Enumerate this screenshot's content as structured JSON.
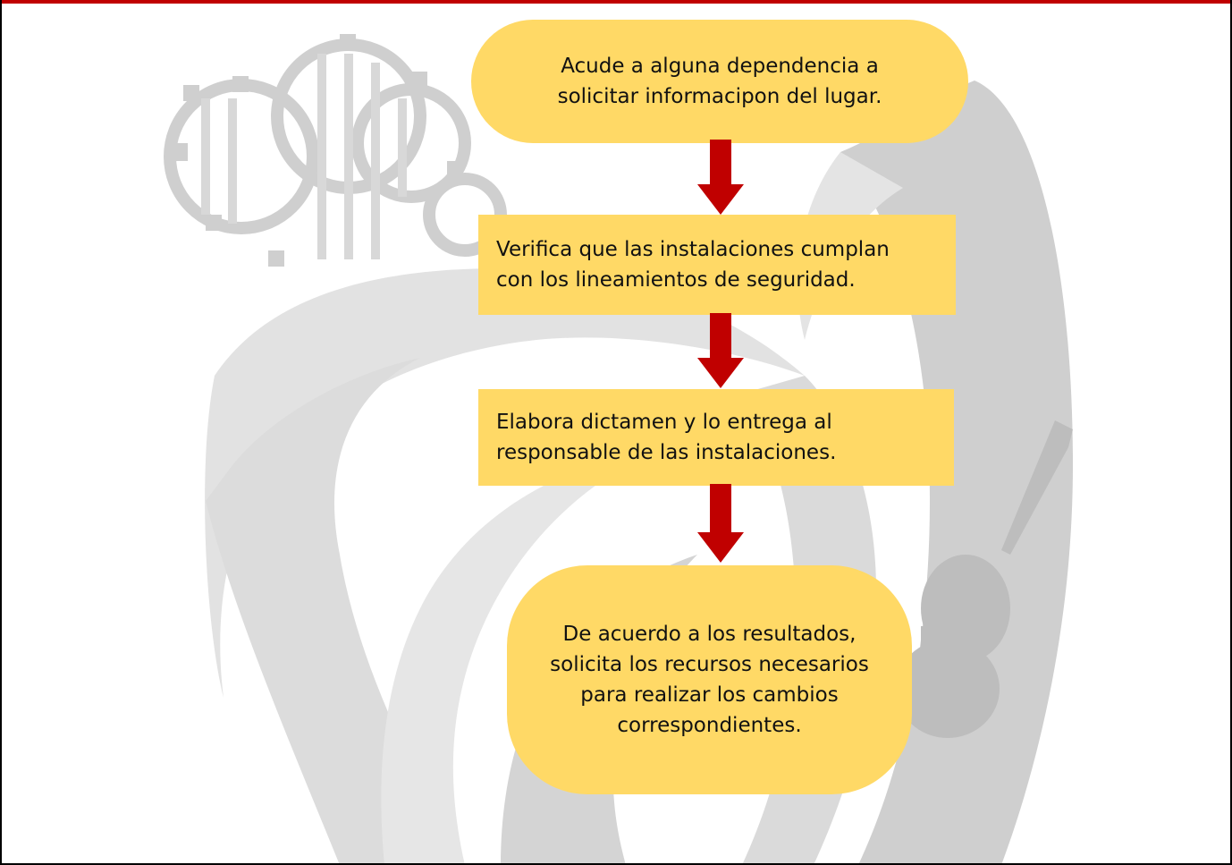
{
  "colors": {
    "accent_bar": "#C00000",
    "box_fill": "#FFD966",
    "arrow": "#C00000",
    "watermark": "#C9C9C9"
  },
  "watermark_icons": [
    "cactus-gear-icon",
    "violin-icon",
    "swirl-emblem-icon"
  ],
  "flow": {
    "step1": {
      "lines": [
        "Acude a alguna dependencia a",
        "solicitar informacipon del lugar."
      ]
    },
    "step2": {
      "lines": [
        "Verifica que las instalaciones cumplan",
        "con los lineamientos de seguridad."
      ]
    },
    "step3": {
      "lines": [
        "Elabora dictamen y lo entrega al",
        "responsable de las instalaciones."
      ]
    },
    "step4": {
      "lines": [
        "De acuerdo a los resultados,",
        "solicita los recursos necesarios",
        "para realizar los cambios",
        "correspondientes."
      ]
    }
  }
}
